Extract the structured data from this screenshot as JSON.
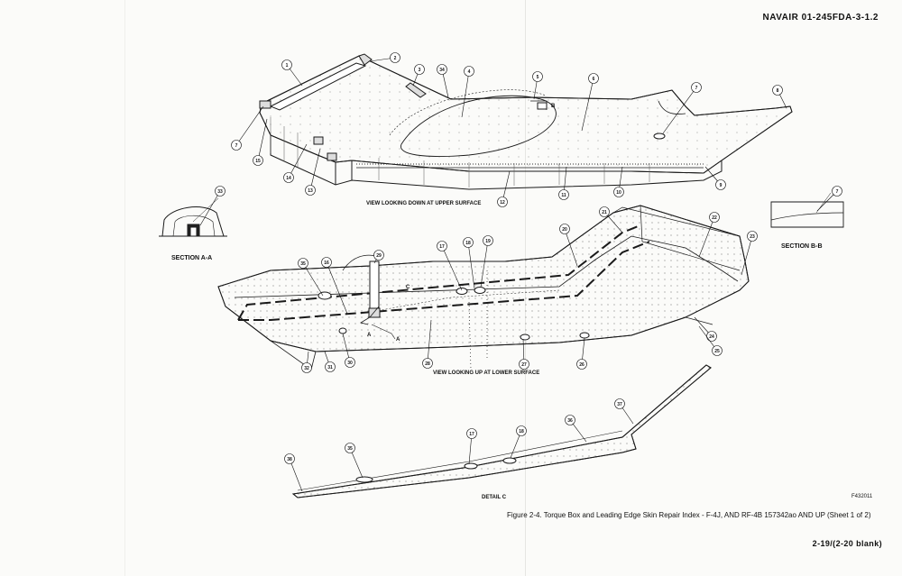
{
  "header": "NAVAIR  01-245FDA-3-1.2",
  "figure_code": "F432011",
  "caption": "Figure 2-4. Torque Box and Leading Edge Skin Repair Index - F-4J, AND RF-4B 157342ao AND UP (Sheet 1 of 2)",
  "sheet_number": "2-19/(2-20  blank)",
  "views": {
    "upper": "VIEW LOOKING DOWN AT UPPER SURFACE",
    "lower": "VIEW LOOKING UP AT LOWER SURFACE",
    "detail_c": "DETAIL C",
    "section_aa": "SECTION A-A",
    "section_bb": "SECTION B-B"
  },
  "flags": {
    "a": "A",
    "b": "B",
    "c": "C"
  },
  "callouts": {
    "upper": [
      "1",
      "2",
      "3",
      "34",
      "4",
      "5",
      "6",
      "7",
      "8",
      "9",
      "10",
      "11",
      "12",
      "13",
      "14",
      "15",
      "7"
    ],
    "lower": [
      "35",
      "16",
      "29",
      "17",
      "18",
      "19",
      "20",
      "21",
      "22",
      "23",
      "24",
      "25",
      "26",
      "27",
      "28",
      "30",
      "31",
      "32"
    ],
    "detail": [
      "38",
      "35",
      "17",
      "18",
      "36",
      "37"
    ],
    "sections": [
      "33",
      "7"
    ]
  }
}
